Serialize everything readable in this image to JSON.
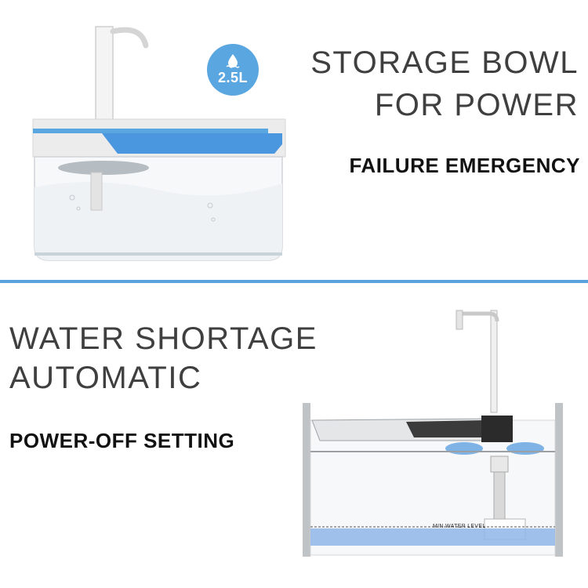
{
  "top_section": {
    "headline_line1": "STORAGE BOWL",
    "headline_line2": "FOR POWER",
    "subheadline": "FAILURE EMERGENCY",
    "capacity_badge": {
      "text": "2.5L",
      "icon": "water-drop-icon",
      "color": "#5aa6e0"
    }
  },
  "bottom_section": {
    "headline_line1": "WATER SHORTAGE",
    "headline_line2": "AUTOMATIC",
    "subheadline": "POWER-OFF SETTING",
    "diagram_label": "MIN WATER LEVEL"
  },
  "colors": {
    "accent": "#5aa2dc",
    "text": "#3f3f3f",
    "bold_text": "#111111"
  }
}
